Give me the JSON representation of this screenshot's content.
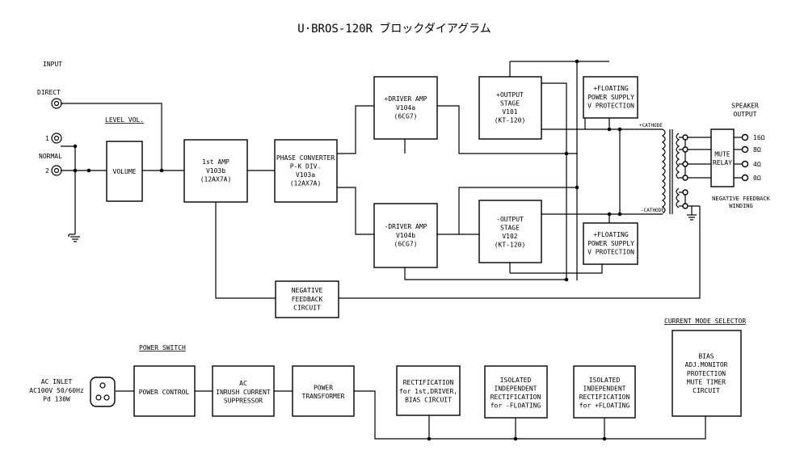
{
  "title": "U·BROS-120R ブロックダイアグラム",
  "labels": {
    "input": "INPUT",
    "direct": "DIRECT",
    "jack1": "1",
    "normal": "NORMAL",
    "jack2": "2",
    "level_vol": "LEVEL VOL.",
    "speaker_output": [
      "SPEAKER",
      "OUTPUT"
    ],
    "cathode_top": "+CATHODE",
    "cathode_bottom": "-CATHODE",
    "nfb_winding": [
      "NEGATIVE FEEDBACK",
      "WINDING"
    ],
    "taps": [
      "16Ω",
      "8Ω",
      "4Ω",
      "0Ω"
    ],
    "power_switch": "POWER SWITCH",
    "current_mode_selector": "CURRENT MODE SELECTOR",
    "ac_inlet": [
      "AC INLET",
      "AC100V 50/60Hz",
      "Pd 130W"
    ]
  },
  "blocks": {
    "volume": [
      "VOLUME"
    ],
    "amp1": [
      "1st AMP",
      "V103b",
      "(12AX7A)"
    ],
    "phase": [
      "PHASE CONVERTER",
      "P-K DIV.",
      "V103a",
      "(12AX7A)"
    ],
    "drv_p": [
      "+DRIVER AMP",
      "V104a",
      "(6CG7)"
    ],
    "drv_n": [
      "-DRIVER AMP",
      "V104b",
      "(6CG7)"
    ],
    "out_p": [
      "+OUTPUT",
      "STAGE",
      "V101",
      "(KT-120)"
    ],
    "out_n": [
      "-OUTPUT",
      "STAGE",
      "V102",
      "(KT-120)"
    ],
    "flt_p": [
      "+FLOATING",
      "POWER SUPPLY",
      "V PROTECTION"
    ],
    "flt_n": [
      "+FLOATING",
      "POWER SUPPLY",
      "V PROTECTION"
    ],
    "mute": [
      "MUTE",
      "RELAY"
    ],
    "nfb": [
      "NEGATIVE",
      "FEEDBACK",
      "CIRCUIT"
    ],
    "pwr_ctrl": [
      "POWER CONTROL"
    ],
    "inrush": [
      "AC",
      "INRUSH CURRENT",
      "SUPPRESSOR"
    ],
    "ptrans": [
      "POWER",
      "TRANSFORMER"
    ],
    "rect_bias": [
      "RECTIFICATION",
      "for 1st,DRIVER,",
      "BIAS CIRCUIT"
    ],
    "iso_n": [
      "ISOLATED",
      "INDEPENDENT",
      "RECTIFICATION",
      "for -FLOATING"
    ],
    "iso_p": [
      "ISOLATED",
      "INDEPENDENT",
      "RECTIFICATION",
      "for +FLOATING"
    ],
    "bias": [
      "BIAS",
      "ADJ.MONITOR",
      "PROTECTION",
      "MUTE TIMER",
      "CIRCUIT"
    ]
  }
}
